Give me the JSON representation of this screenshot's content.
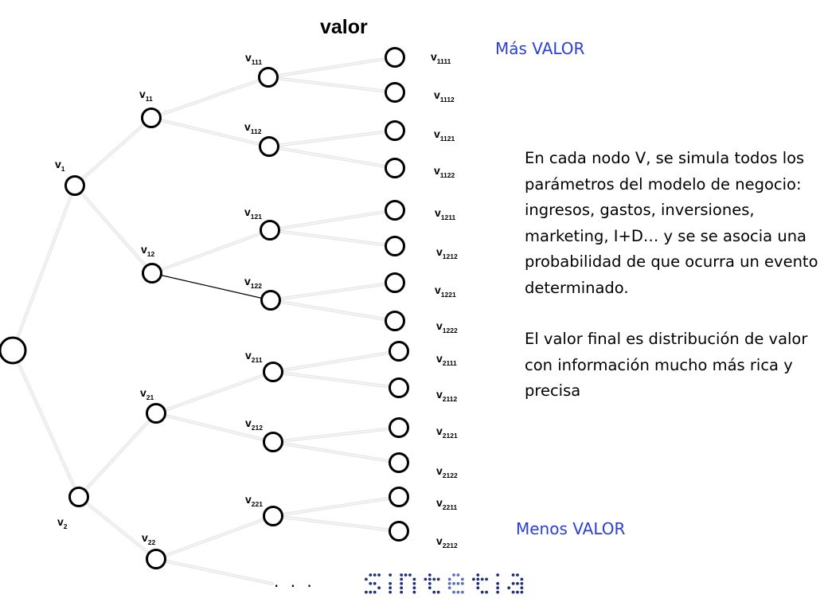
{
  "diagram": {
    "title": "valor",
    "top_label": "Más VALOR",
    "bottom_label": "Menos VALOR",
    "description_paragraphs": [
      "En cada nodo V, se simula todos los parámetros del modelo de negocio: ingresos, gastos, inversiones, marketing, I+D… y se se asocia una probabilidad de que ocurra un evento determinado.",
      "El valor final es distribución de valor con información mucho más rica y precisa"
    ],
    "ellipsis": ". . .",
    "logo_text": "sintetia",
    "nodes": [
      {
        "id": "root",
        "label": ""
      },
      {
        "id": "1",
        "label": "v",
        "sub": "1"
      },
      {
        "id": "2",
        "label": "v",
        "sub": "2"
      },
      {
        "id": "11",
        "label": "v",
        "sub": "11"
      },
      {
        "id": "12",
        "label": "v",
        "sub": "12"
      },
      {
        "id": "21",
        "label": "v",
        "sub": "21"
      },
      {
        "id": "22",
        "label": "v",
        "sub": "22"
      },
      {
        "id": "111",
        "label": "v",
        "sub": "111"
      },
      {
        "id": "112",
        "label": "v",
        "sub": "112"
      },
      {
        "id": "121",
        "label": "v",
        "sub": "121"
      },
      {
        "id": "122",
        "label": "v",
        "sub": "122"
      },
      {
        "id": "211",
        "label": "v",
        "sub": "211"
      },
      {
        "id": "212",
        "label": "v",
        "sub": "212"
      },
      {
        "id": "221",
        "label": "v",
        "sub": "221"
      },
      {
        "id": "1111",
        "label": "v",
        "sub": "1111"
      },
      {
        "id": "1112",
        "label": "v",
        "sub": "1112"
      },
      {
        "id": "1121",
        "label": "v",
        "sub": "1121"
      },
      {
        "id": "1122",
        "label": "v",
        "sub": "1122"
      },
      {
        "id": "1211",
        "label": "v",
        "sub": "1211"
      },
      {
        "id": "1212",
        "label": "v",
        "sub": "1212"
      },
      {
        "id": "1221",
        "label": "v",
        "sub": "1221"
      },
      {
        "id": "1222",
        "label": "v",
        "sub": "1222"
      },
      {
        "id": "2111",
        "label": "v",
        "sub": "2111"
      },
      {
        "id": "2112",
        "label": "v",
        "sub": "2112"
      },
      {
        "id": "2121",
        "label": "v",
        "sub": "2121"
      },
      {
        "id": "2122",
        "label": "v",
        "sub": "2122"
      },
      {
        "id": "2211",
        "label": "v",
        "sub": "2211"
      },
      {
        "id": "2212",
        "label": "v",
        "sub": "2212"
      }
    ],
    "edges": [
      [
        "root",
        "1"
      ],
      [
        "root",
        "2"
      ],
      [
        "1",
        "11"
      ],
      [
        "1",
        "12"
      ],
      [
        "2",
        "21"
      ],
      [
        "2",
        "22"
      ],
      [
        "11",
        "111"
      ],
      [
        "11",
        "112"
      ],
      [
        "12",
        "121"
      ],
      [
        "12",
        "122"
      ],
      [
        "21",
        "211"
      ],
      [
        "21",
        "212"
      ],
      [
        "22",
        "221"
      ],
      [
        "22",
        "..."
      ],
      [
        "111",
        "1111"
      ],
      [
        "111",
        "1112"
      ],
      [
        "112",
        "1121"
      ],
      [
        "112",
        "1122"
      ],
      [
        "121",
        "1211"
      ],
      [
        "121",
        "1212"
      ],
      [
        "122",
        "1221"
      ],
      [
        "122",
        "1222"
      ],
      [
        "211",
        "2111"
      ],
      [
        "211",
        "2112"
      ],
      [
        "212",
        "2121"
      ],
      [
        "212",
        "2122"
      ],
      [
        "221",
        "2211"
      ],
      [
        "221",
        "2212"
      ]
    ],
    "highlighted_edge": [
      "12",
      "122"
    ]
  }
}
